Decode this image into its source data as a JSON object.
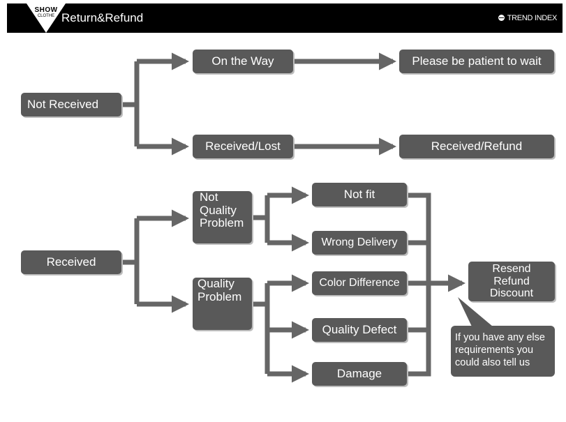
{
  "header": {
    "logo_line1": "SHOW",
    "logo_line2": "CLOTHE",
    "title": "Return&Refund",
    "brand": "TREND INDEX"
  },
  "nodes": {
    "not_received": "Not Received",
    "on_the_way": "On the Way",
    "be_patient": "Please be patient to wait",
    "received_lost": "Received/Lost",
    "received_refund": "Received/Refund",
    "received": "Received",
    "not_quality_problem": [
      "Not",
      "Quality",
      "Problem"
    ],
    "quality_problem": [
      "Quality",
      "Problem"
    ],
    "not_fit": "Not fit",
    "wrong_delivery": "Wrong Delivery",
    "color_difference": "Color Difference",
    "quality_defect": "Quality Defect",
    "damage": "Damage",
    "resend_refund_discount": [
      "Resend",
      "Refund",
      "Discount"
    ],
    "note": [
      "If you have any else",
      "requirements you",
      "could also tell us"
    ]
  },
  "colors": {
    "box": "#595959",
    "line": "#666666",
    "header": "#000000"
  }
}
